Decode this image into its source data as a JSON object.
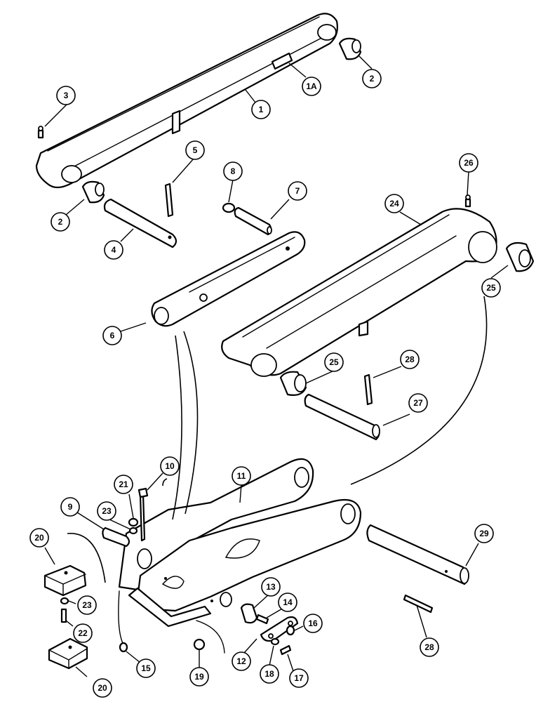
{
  "callouts": [
    {
      "id": "c1",
      "label": "1"
    },
    {
      "id": "c1a",
      "label": "1A"
    },
    {
      "id": "c2a",
      "label": "2"
    },
    {
      "id": "c2b",
      "label": "2"
    },
    {
      "id": "c3",
      "label": "3"
    },
    {
      "id": "c4",
      "label": "4"
    },
    {
      "id": "c5",
      "label": "5"
    },
    {
      "id": "c6",
      "label": "6"
    },
    {
      "id": "c7",
      "label": "7"
    },
    {
      "id": "c8",
      "label": "8"
    },
    {
      "id": "c9",
      "label": "9"
    },
    {
      "id": "c10",
      "label": "10"
    },
    {
      "id": "c11",
      "label": "11"
    },
    {
      "id": "c12",
      "label": "12"
    },
    {
      "id": "c13",
      "label": "13"
    },
    {
      "id": "c14",
      "label": "14"
    },
    {
      "id": "c15",
      "label": "15"
    },
    {
      "id": "c16",
      "label": "16"
    },
    {
      "id": "c17",
      "label": "17"
    },
    {
      "id": "c18",
      "label": "18"
    },
    {
      "id": "c19",
      "label": "19"
    },
    {
      "id": "c20a",
      "label": "20"
    },
    {
      "id": "c20b",
      "label": "20"
    },
    {
      "id": "c21",
      "label": "21"
    },
    {
      "id": "c22",
      "label": "22"
    },
    {
      "id": "c23a",
      "label": "23"
    },
    {
      "id": "c23b",
      "label": "23"
    },
    {
      "id": "c24",
      "label": "24"
    },
    {
      "id": "c25a",
      "label": "25"
    },
    {
      "id": "c25b",
      "label": "25"
    },
    {
      "id": "c26",
      "label": "26"
    },
    {
      "id": "c27",
      "label": "27"
    },
    {
      "id": "c28a",
      "label": "28"
    },
    {
      "id": "c28b",
      "label": "28"
    },
    {
      "id": "c29",
      "label": "29"
    }
  ]
}
